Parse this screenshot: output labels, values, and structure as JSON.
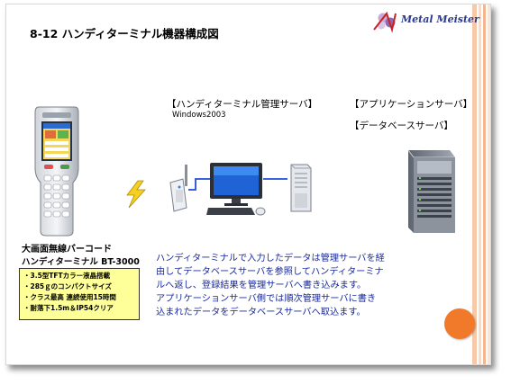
{
  "slide": {
    "title": "8-12  ハンディターミナル機器構成図",
    "logo_text": "Metal Meister"
  },
  "labels": {
    "handy_server": "【ハンディターミナル管理サーバ】",
    "handy_server_os": "Windows2003",
    "app_server": "【アプリケーションサーバ】",
    "db_server": "【データベースサーバ】"
  },
  "device": {
    "title": "大画面無線バーコード",
    "model": "ハンディターミナル  BT-3000",
    "specs": [
      "・3.5型TFTカラー液晶搭載",
      "・285ｇのコンパクトサイズ",
      "・クラス最高 連続使用15時間",
      "・耐落下1.5m＆IP54クリア"
    ]
  },
  "description": [
    "ハンディターミナルで入力したデータは管理サーバを経",
    "由してデータベースサーバを参照してハンディターミナ",
    "ルへ返し、登録結果を管理サーバへ書き込みます。",
    "アプリケーションサーバ側では順次管理サーバに書き",
    "込まれたデータをデータベースサーバへ取込ます。"
  ],
  "colors": {
    "description_text": "#1a2a9c",
    "spec_box": "#ffff99",
    "accent_circle": "#f07a2a",
    "connector": "#1f4fd8"
  }
}
